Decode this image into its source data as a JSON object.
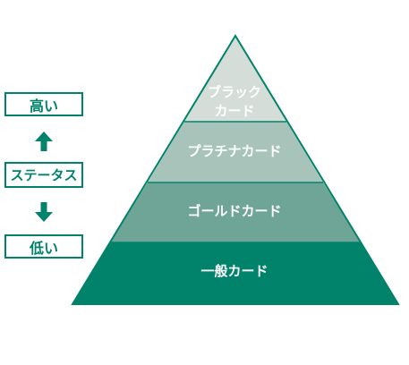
{
  "status_axis": {
    "high_label": "高い",
    "status_label": "ステータス",
    "low_label": "低い"
  },
  "tiers": [
    {
      "line1": "ブラック",
      "line2": "カード",
      "color": "#d5ddd9"
    },
    {
      "line1": "プラチナカード",
      "color": "#a8c4ba"
    },
    {
      "line1": "ゴールドカード",
      "color": "#6fa597"
    },
    {
      "line1": "一般カード",
      "color": "#00836a"
    }
  ],
  "colors": {
    "accent": "#00836a",
    "outline": "#00836a",
    "divider": "#00836a"
  }
}
